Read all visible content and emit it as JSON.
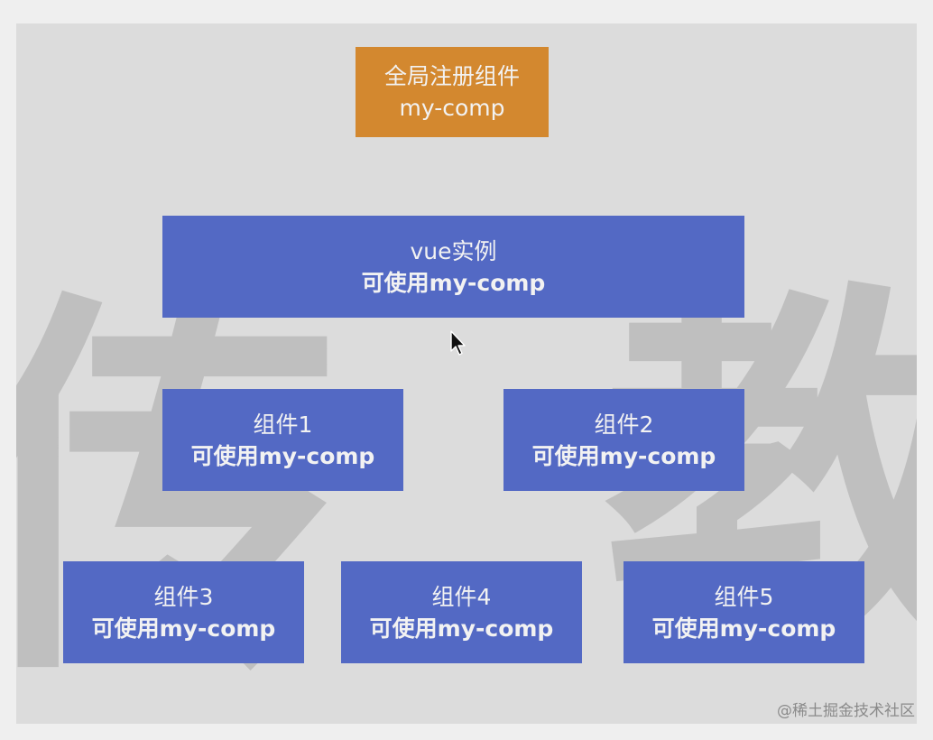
{
  "watermark": {
    "left_char": "传",
    "right_char": "教"
  },
  "diagram": {
    "global": {
      "line1": "全局注册组件",
      "line2": "my-comp"
    },
    "root": {
      "line1": "vue实例",
      "line2": "可使用my-comp"
    },
    "level2": [
      {
        "line1": "组件1",
        "line2": "可使用my-comp"
      },
      {
        "line1": "组件2",
        "line2": "可使用my-comp"
      }
    ],
    "level3": [
      {
        "line1": "组件3",
        "line2": "可使用my-comp"
      },
      {
        "line1": "组件4",
        "line2": "可使用my-comp"
      },
      {
        "line1": "组件5",
        "line2": "可使用my-comp"
      }
    ]
  },
  "footer": {
    "credit": "@稀土掘金技术社区"
  },
  "colors": {
    "orange": "#d3882f",
    "blue": "#5369c4",
    "slide_bg": "#dcdcdc"
  }
}
